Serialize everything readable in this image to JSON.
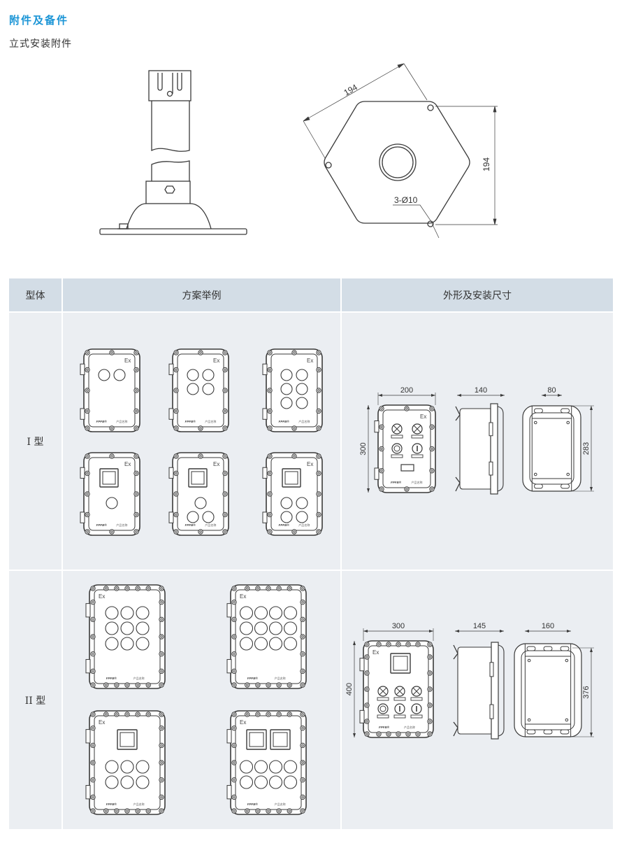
{
  "page": {
    "title": "附件及备件",
    "subtitle": "立式安装附件"
  },
  "mount_plate": {
    "dim_side": "194",
    "dim_height": "194",
    "hole_note": "3-Ø10"
  },
  "table": {
    "headers": [
      "型体",
      "方案举例",
      "外形及安装尺寸"
    ],
    "rows": [
      {
        "label": "I 型",
        "examples": [
          {
            "type": "I",
            "display": false,
            "buttons": [
              2
            ]
          },
          {
            "type": "I",
            "display": false,
            "buttons": [
              2,
              2
            ]
          },
          {
            "type": "I",
            "display": false,
            "buttons": [
              2,
              2,
              2
            ]
          },
          {
            "type": "I",
            "display": true,
            "buttons": [
              1
            ]
          },
          {
            "type": "I",
            "display": true,
            "buttons": [
              1,
              2
            ]
          },
          {
            "type": "I",
            "display": true,
            "buttons": [
              2,
              2
            ]
          }
        ],
        "ex_label": "Ex",
        "dimensions": {
          "front_width": "200",
          "front_height": "300",
          "side_depth": "140",
          "back_mount_width": "80",
          "back_mount_height": "283"
        }
      },
      {
        "label": "II 型",
        "examples": [
          {
            "type": "II",
            "displays": 0,
            "buttons": [
              3,
              3,
              3
            ]
          },
          {
            "type": "II",
            "displays": 0,
            "buttons": [
              4,
              4,
              4
            ]
          },
          {
            "type": "II",
            "displays": 1,
            "buttons": [
              3,
              3
            ]
          },
          {
            "type": "II",
            "displays": 2,
            "buttons": [
              4,
              4
            ]
          }
        ],
        "ex_label": "Ex",
        "dimensions": {
          "front_width": "300",
          "front_height": "400",
          "side_depth": "145",
          "back_mount_width": "160",
          "back_mount_height": "376"
        }
      }
    ]
  },
  "colors": {
    "title_blue": "#1b95d6",
    "header_bg": "#d3dde6",
    "body_bg": "#ebeef2",
    "line": "#3a3a3a"
  }
}
